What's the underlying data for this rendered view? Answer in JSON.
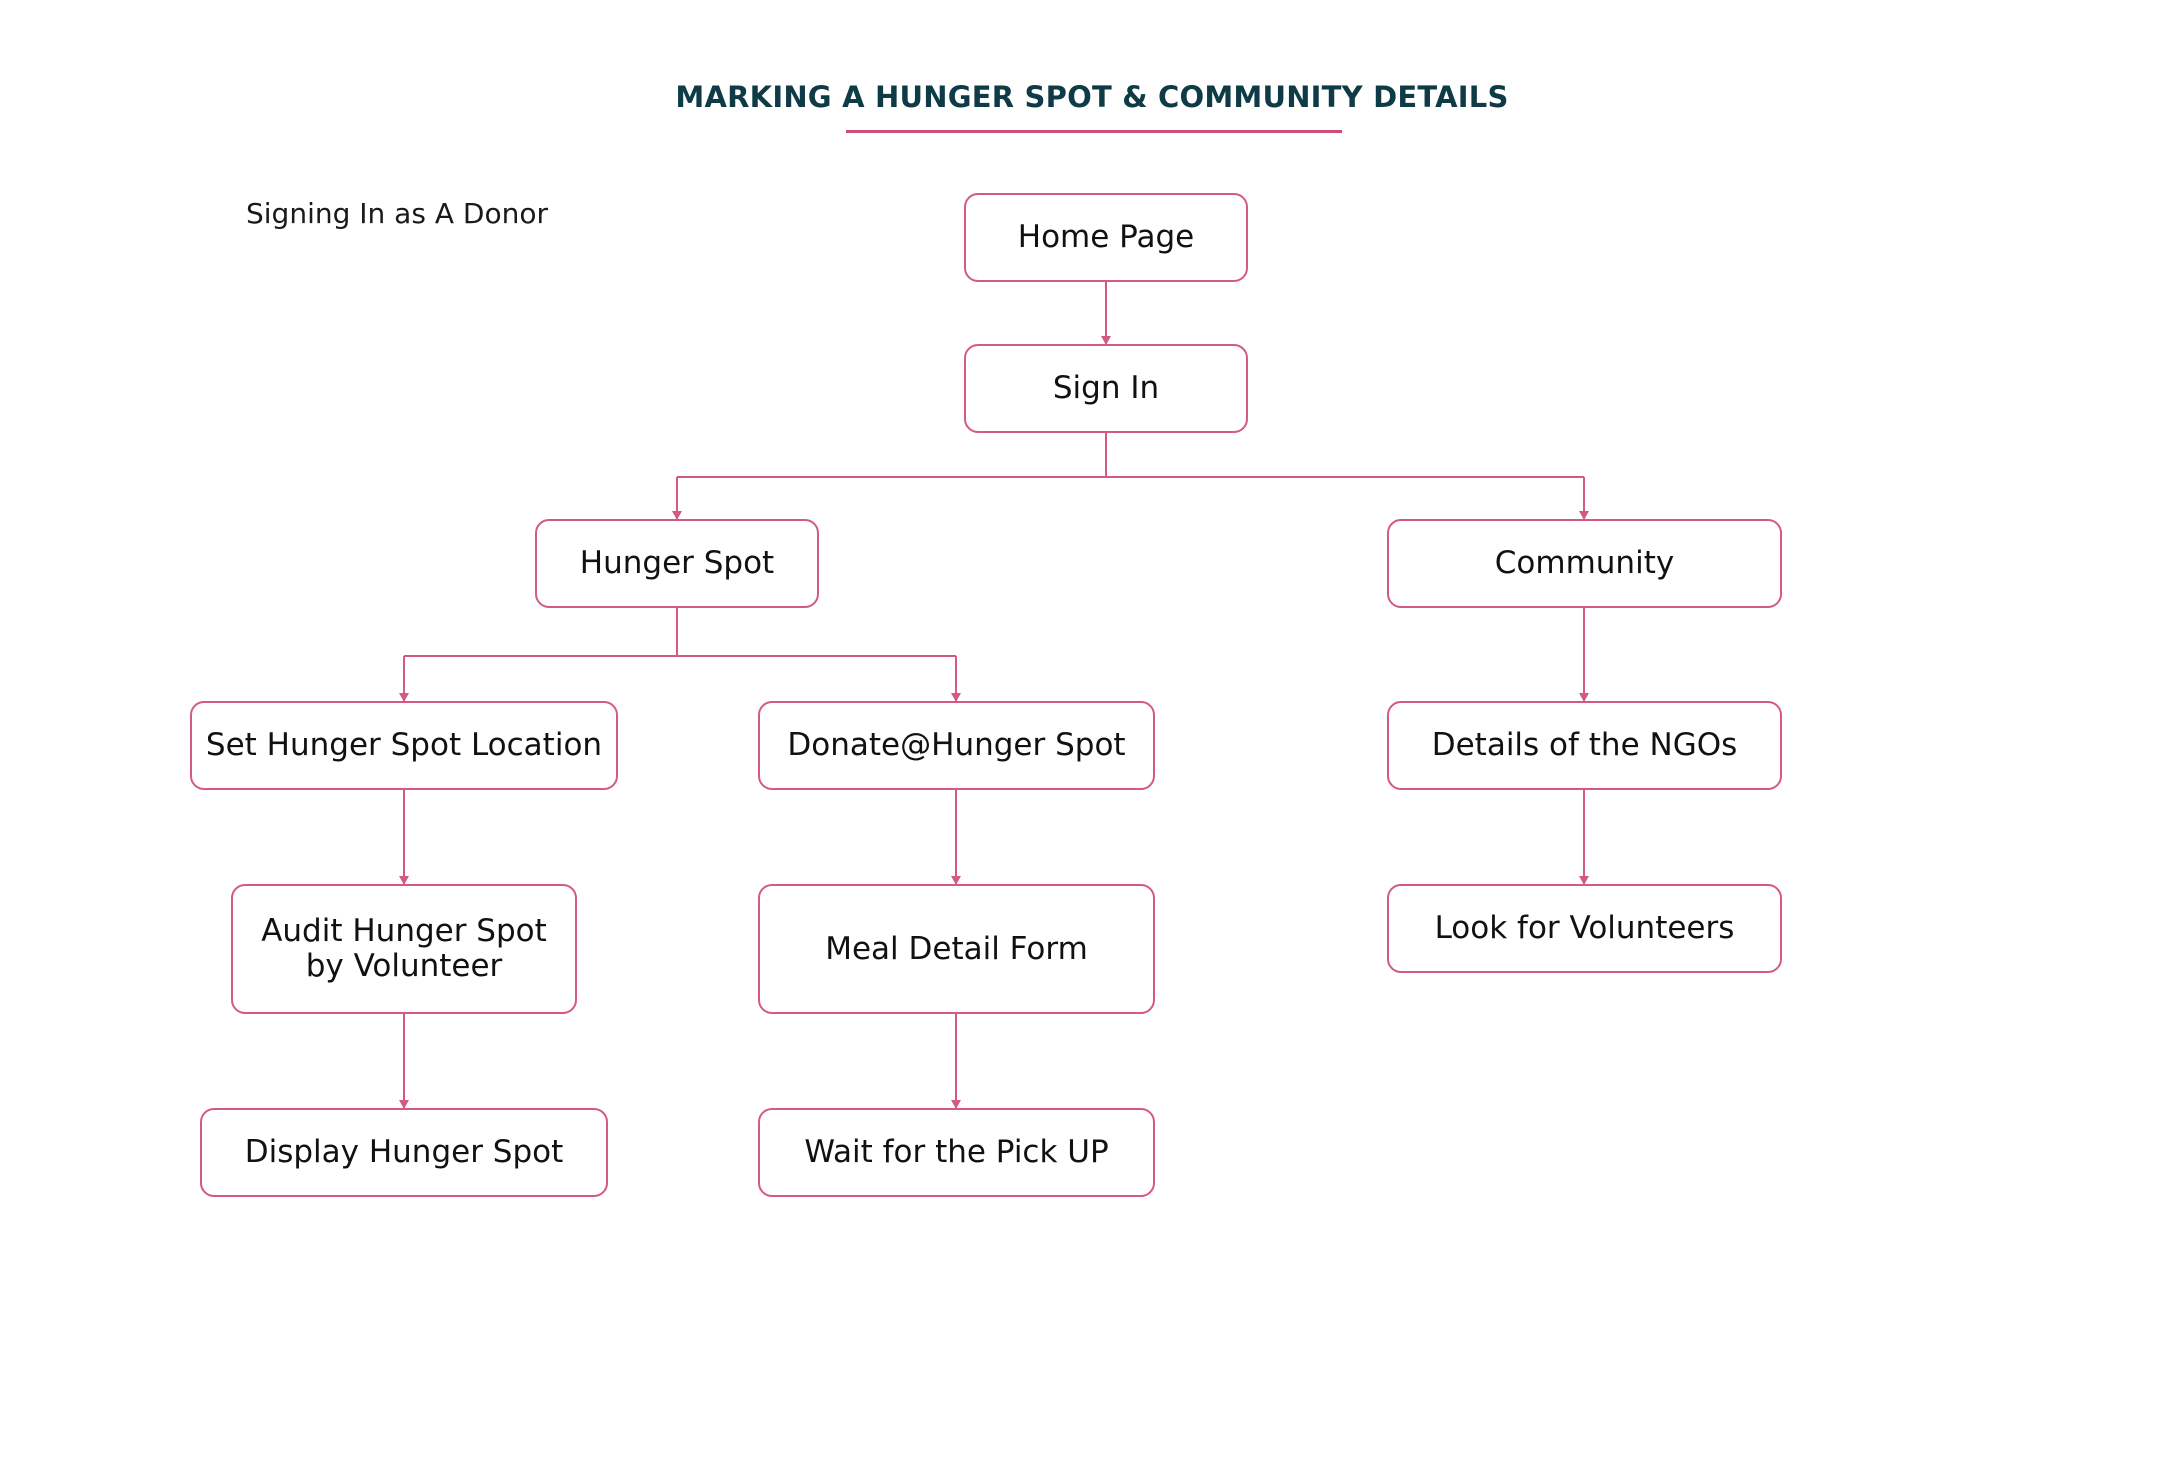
{
  "title": "MARKING A HUNGER SPOT & COMMUNITY DETAILS",
  "subtitle": "Signing In as A Donor",
  "accent_color": "#d45a85",
  "title_color": "#0f3b47",
  "nodes": {
    "home": "Home Page",
    "signin": "Sign In",
    "hunger_spot": "Hunger Spot",
    "community": "Community",
    "set_location": "Set Hunger Spot Location",
    "donate": "Donate@Hunger Spot",
    "ngo_details": "Details of the NGOs",
    "audit_line1": "Audit Hunger Spot",
    "audit_line2": "by Volunteer",
    "meal_form": "Meal Detail Form",
    "volunteers": "Look for Volunteers",
    "display": "Display Hunger Spot",
    "wait": "Wait for the Pick UP"
  }
}
